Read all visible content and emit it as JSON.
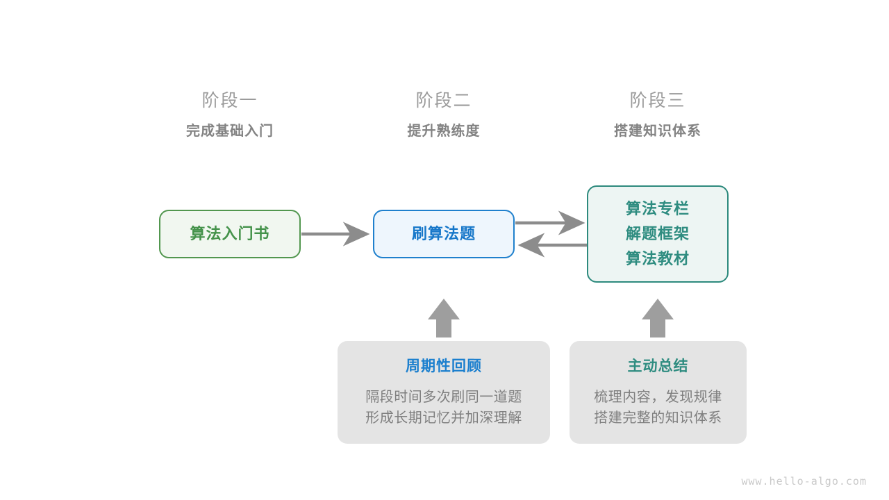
{
  "page": {
    "background": "#ffffff",
    "watermark": "www.hello-algo.com"
  },
  "stages": [
    {
      "title": "阶段一",
      "subtitle": "完成基础入门"
    },
    {
      "title": "阶段二",
      "subtitle": "提升熟练度"
    },
    {
      "title": "阶段三",
      "subtitle": "搭建知识体系"
    }
  ],
  "nodes": {
    "book": {
      "lines": [
        "算法入门书"
      ],
      "accent": "#44924a",
      "fill": "#f1f7f0",
      "border": "#52974f"
    },
    "practice": {
      "lines": [
        "刷算法题"
      ],
      "accent": "#1677c9",
      "fill": "#eef6fd",
      "border": "#1f80cd"
    },
    "system": {
      "lines": [
        "算法专栏",
        "解题框架",
        "算法教材"
      ],
      "accent": "#2e8c80",
      "fill": "#edf5f3",
      "border": "#2d8a7d"
    }
  },
  "cards": {
    "review": {
      "title": "周期性回顾",
      "title_color": "#1b7fce",
      "body": [
        "隔段时间多次刷同一道题",
        "形成长期记忆并加深理解"
      ]
    },
    "summary": {
      "title": "主动总结",
      "title_color": "#2e8c80",
      "body": [
        "梳理内容，发现规律",
        "搭建完整的知识体系"
      ]
    }
  },
  "arrows": {
    "color": "#8c8c8c",
    "items": [
      {
        "name": "book-to-practice",
        "direction": "right"
      },
      {
        "name": "practice-to-system",
        "direction": "right"
      },
      {
        "name": "system-to-practice",
        "direction": "left"
      },
      {
        "name": "review-to-practice",
        "direction": "up"
      },
      {
        "name": "summary-to-system",
        "direction": "up"
      }
    ]
  }
}
